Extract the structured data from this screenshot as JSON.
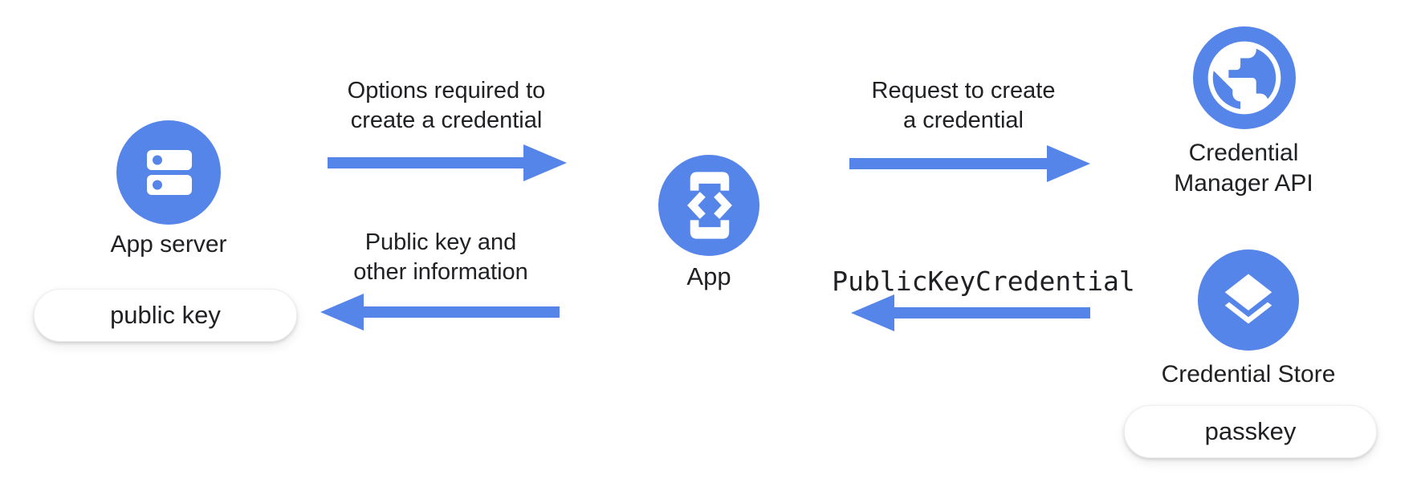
{
  "nodes": {
    "app_server": {
      "label": "App server",
      "pill": "public key",
      "icon": "server-icon"
    },
    "app": {
      "label": "App",
      "icon": "phone-code-icon"
    },
    "credential_manager_api": {
      "label_line1": "Credential",
      "label_line2": "Manager API",
      "icon": "globe-icon"
    },
    "credential_store": {
      "label": "Credential Store",
      "pill": "passkey",
      "icon": "layers-icon"
    }
  },
  "flows": {
    "options": {
      "line1": "Options required to",
      "line2": "create a credential",
      "direction": "right"
    },
    "public_key_info": {
      "line1": "Public key and",
      "line2": "other information",
      "direction": "left"
    },
    "request_create": {
      "line1": "Request to create",
      "line2": "a credential",
      "direction": "right"
    },
    "public_key_credential": {
      "label": "PublicKeyCredential",
      "direction": "left",
      "text_style": "monospace"
    }
  },
  "colors": {
    "accent_blue": "#5585E9",
    "icon_glyph": "#FFFFFF",
    "text": "#202124",
    "pill_background": "#FFFFFF"
  }
}
